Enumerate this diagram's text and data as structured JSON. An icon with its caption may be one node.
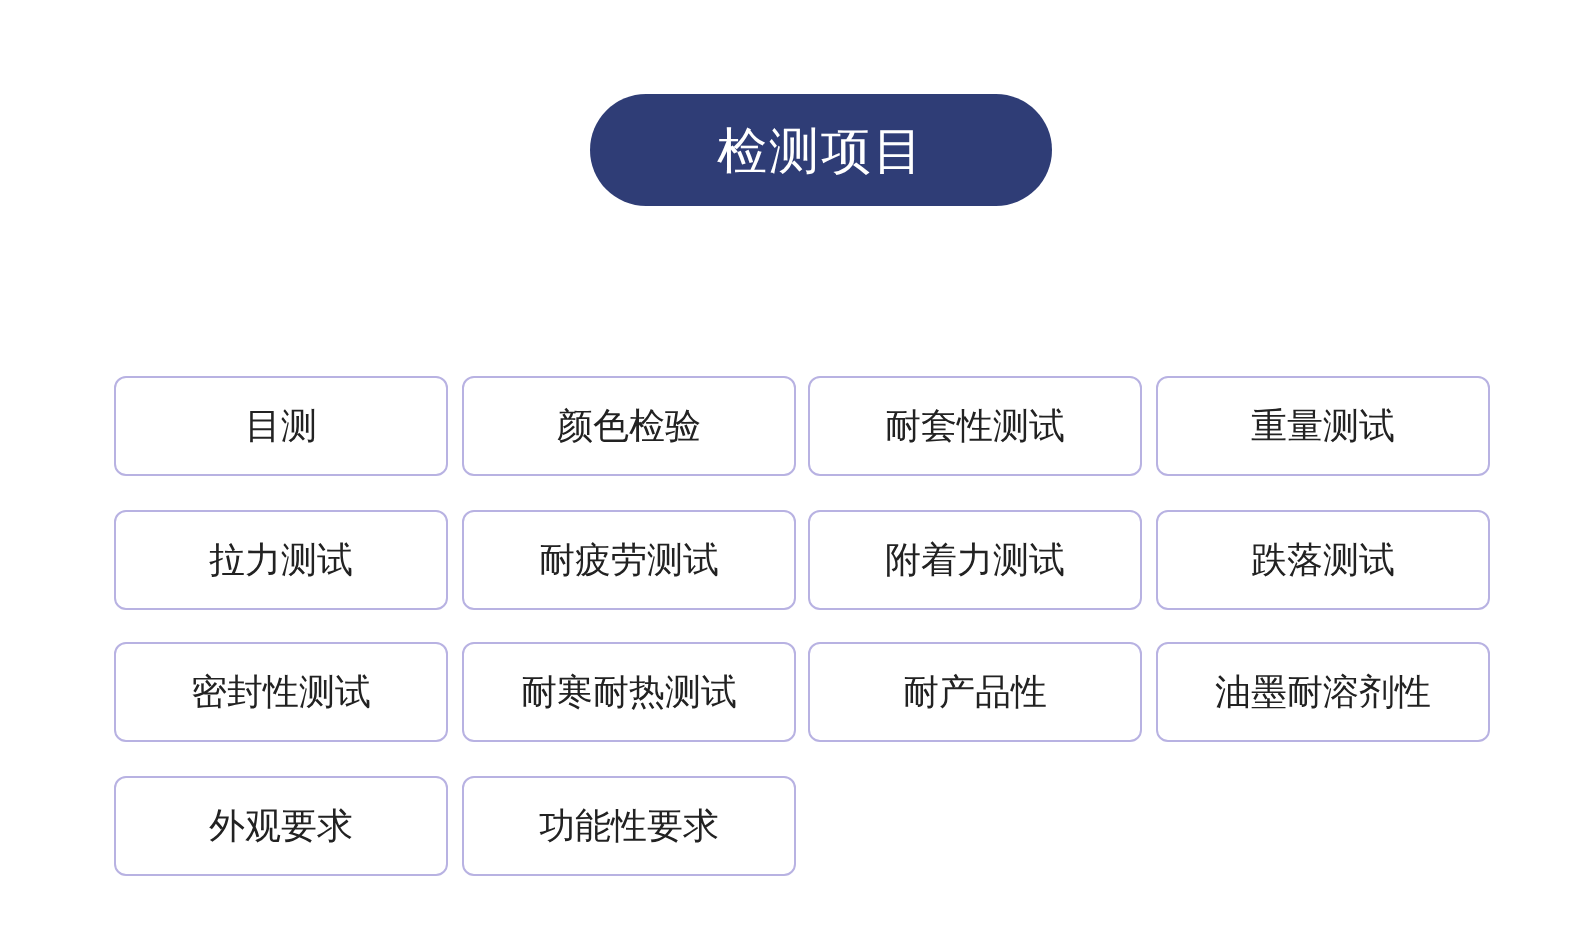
{
  "diagram": {
    "title": "检测项目",
    "nodes": [
      {
        "text": [
          "目测"
        ]
      },
      {
        "text": [
          "颜色检验"
        ]
      },
      {
        "text": [
          "耐套性测试"
        ]
      },
      {
        "text": [
          "重量测试"
        ]
      },
      {
        "text": [
          "拉力测试"
        ]
      },
      {
        "text": [
          "耐疲劳测试"
        ]
      },
      {
        "text": [
          "附着力测试"
        ]
      },
      {
        "text": [
          "跌落测试"
        ]
      },
      {
        "text": [
          "密封性测试"
        ]
      },
      {
        "text": [
          "耐寒耐热测试"
        ]
      },
      {
        "text": [
          "耐产品性"
        ]
      },
      {
        "text": [
          "油墨耐溶剂性"
        ]
      },
      {
        "text": [
          "外观要求"
        ]
      },
      {
        "text": [
          "功能性要求"
        ]
      }
    ]
  }
}
